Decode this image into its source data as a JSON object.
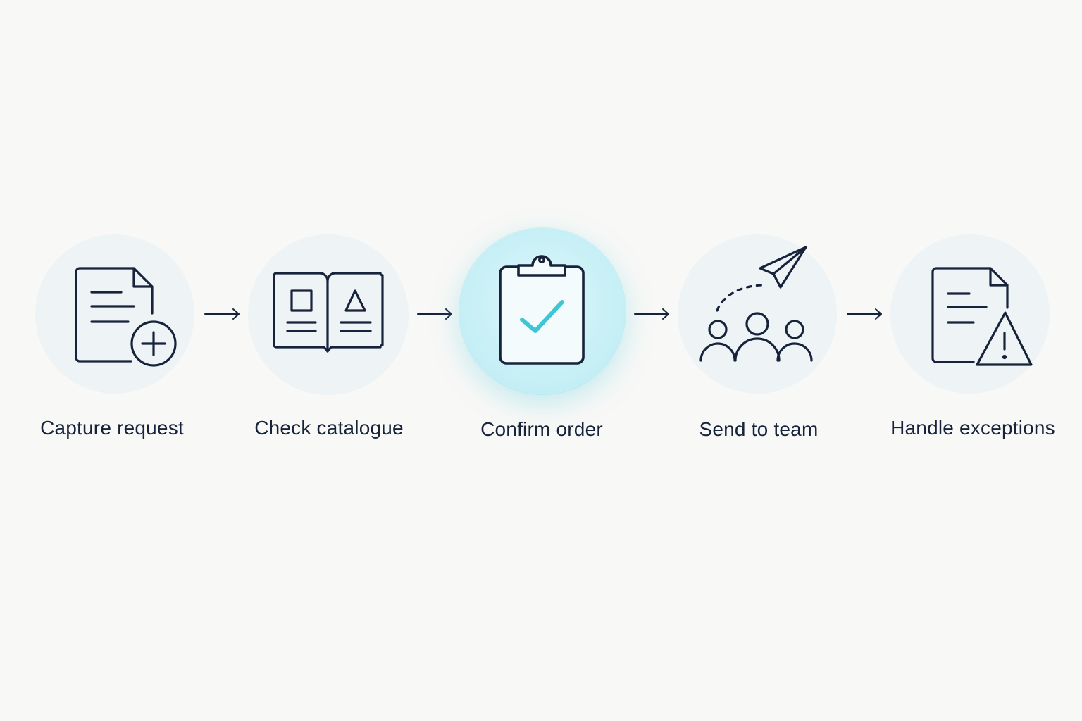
{
  "steps": [
    {
      "label": "Capture request",
      "icon": "document-plus-icon",
      "active": false
    },
    {
      "label": "Check catalogue",
      "icon": "open-book-icon",
      "active": false
    },
    {
      "label": "Confirm order",
      "icon": "clipboard-check-icon",
      "active": true
    },
    {
      "label": "Send to team",
      "icon": "team-paper-plane-icon",
      "active": false
    },
    {
      "label": "Handle exceptions",
      "icon": "document-warning-icon",
      "active": false
    }
  ],
  "colors": {
    "ink": "#16233b",
    "accent": "#3ec6d6",
    "circle": "#eef3f6",
    "background": "#f8f8f6"
  }
}
